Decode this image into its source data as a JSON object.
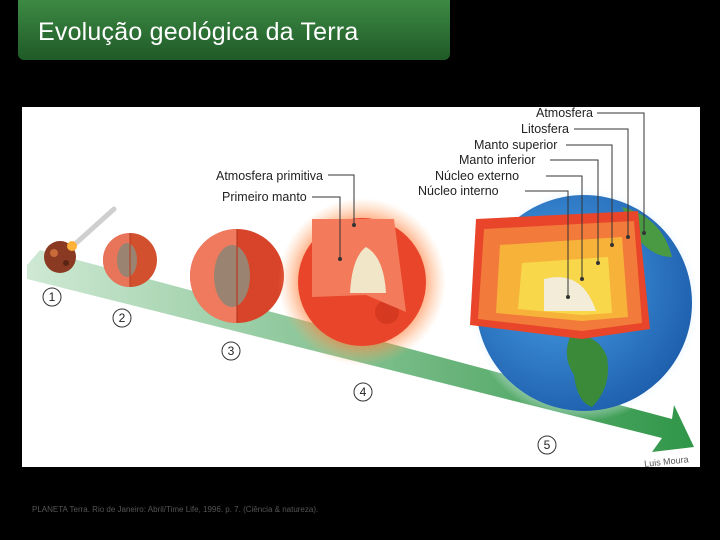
{
  "title": "Evolução geológica da Terra",
  "stage_labels": {
    "atmosfera_primitiva": "Atmosfera primitiva",
    "primeiro_manto": "Primeiro manto"
  },
  "earth_labels": {
    "atmosfera": "Atmosfera",
    "litosfera": "Litosfera",
    "manto_superior": "Manto superior",
    "manto_inferior": "Manto inferior",
    "nucleo_externo": "Núcleo externo",
    "nucleo_interno": "Núcleo interno"
  },
  "stage_numbers": [
    "1",
    "2",
    "3",
    "4",
    "5"
  ],
  "artist_signature": "Luis Moura",
  "source_credit": "PLANETA Terra. Rio de Janeiro: Abril/Time Life, 1996. p. 7. (Ciência & natureza).",
  "colors": {
    "title_bg": "#2f7a37",
    "arrow": "#3a9a4e",
    "lava": "#e8452a"
  }
}
